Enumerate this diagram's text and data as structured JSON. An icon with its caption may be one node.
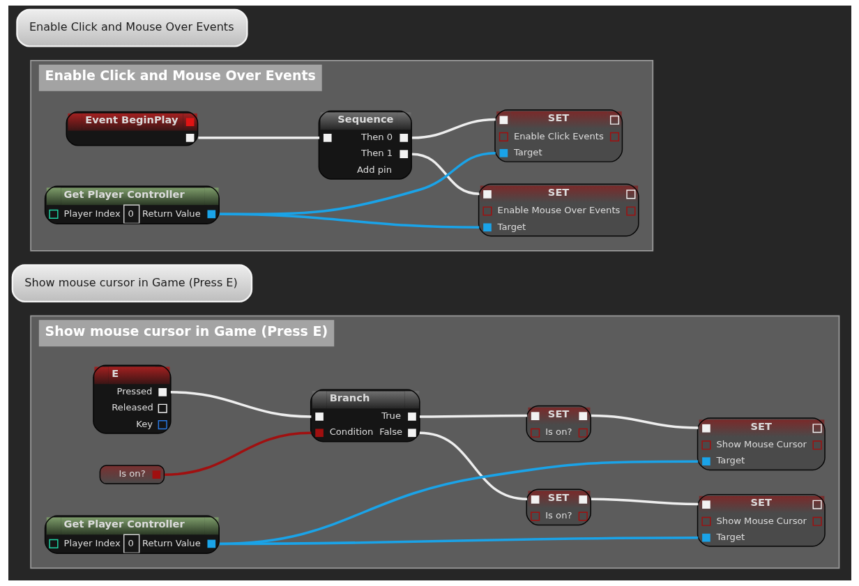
{
  "diagram": {
    "nodes": [
      {
        "text": [
          "Enable Click and Mouse Over Events"
        ]
      },
      {
        "text": [
          "Enable Click and Mouse Over Events"
        ]
      },
      {
        "text": [
          "Event BeginPlay"
        ],
        "in": 1
      },
      {
        "text": [
          "Sequence",
          "Then 0",
          "Then 1",
          "Add pin"
        ],
        "in": 1
      },
      {
        "text": [
          "SET",
          "Enable Click Events",
          "Target"
        ],
        "in": 1
      },
      {
        "text": [
          "SET",
          "Enable Mouse Over Events",
          "Target"
        ],
        "in": 1
      },
      {
        "text": [
          "Get Player Controller",
          "Player Index",
          "0",
          "Return Value"
        ],
        "in": 1
      },
      {
        "text": [
          "Show mouse cursor in Game (Press E)"
        ]
      },
      {
        "text": [
          "Show mouse cursor in Game (Press E)"
        ]
      },
      {
        "text": [
          "E",
          "Pressed",
          "Released",
          "Key"
        ],
        "in": 8
      },
      {
        "text": [
          "Is on?"
        ],
        "in": 8
      },
      {
        "text": [
          "Branch",
          "True",
          "Condition",
          "False"
        ],
        "in": 8
      },
      {
        "text": [
          "SET",
          "Is on?"
        ],
        "in": 8
      },
      {
        "text": [
          "SET",
          "Is on?"
        ],
        "in": 8
      },
      {
        "text": [
          "SET",
          "Show Mouse Cursor",
          "Target"
        ],
        "in": 8
      },
      {
        "text": [
          "SET",
          "Show Mouse Cursor",
          "Target"
        ],
        "in": 8
      },
      {
        "text": [
          "Get Player Controller",
          "Player Index",
          "0",
          "Return Value"
        ],
        "in": 8
      }
    ],
    "edges": [
      {
        "from": 2,
        "to": 3,
        "arrow": "none"
      },
      {
        "from": 3,
        "to": 4,
        "arrow": "none"
      },
      {
        "from": 3,
        "to": 5,
        "arrow": "none"
      },
      {
        "from": 6,
        "to": 4,
        "arrow": "none",
        "color": "#1aa3e8"
      },
      {
        "from": 6,
        "to": 5,
        "arrow": "none",
        "color": "#1aa3e8"
      },
      {
        "from": 9,
        "to": 11,
        "arrow": "none"
      },
      {
        "from": 10,
        "to": 11,
        "arrow": "none",
        "color": "#a01010"
      },
      {
        "from": 11,
        "to": 12,
        "arrow": "none"
      },
      {
        "from": 11,
        "to": 13,
        "arrow": "none"
      },
      {
        "from": 12,
        "to": 14,
        "arrow": "none"
      },
      {
        "from": 13,
        "to": 15,
        "arrow": "none"
      },
      {
        "from": 16,
        "to": 14,
        "arrow": "none",
        "color": "#1aa3e8"
      },
      {
        "from": 16,
        "to": 15,
        "arrow": "none",
        "color": "#1aa3e8"
      }
    ]
  }
}
